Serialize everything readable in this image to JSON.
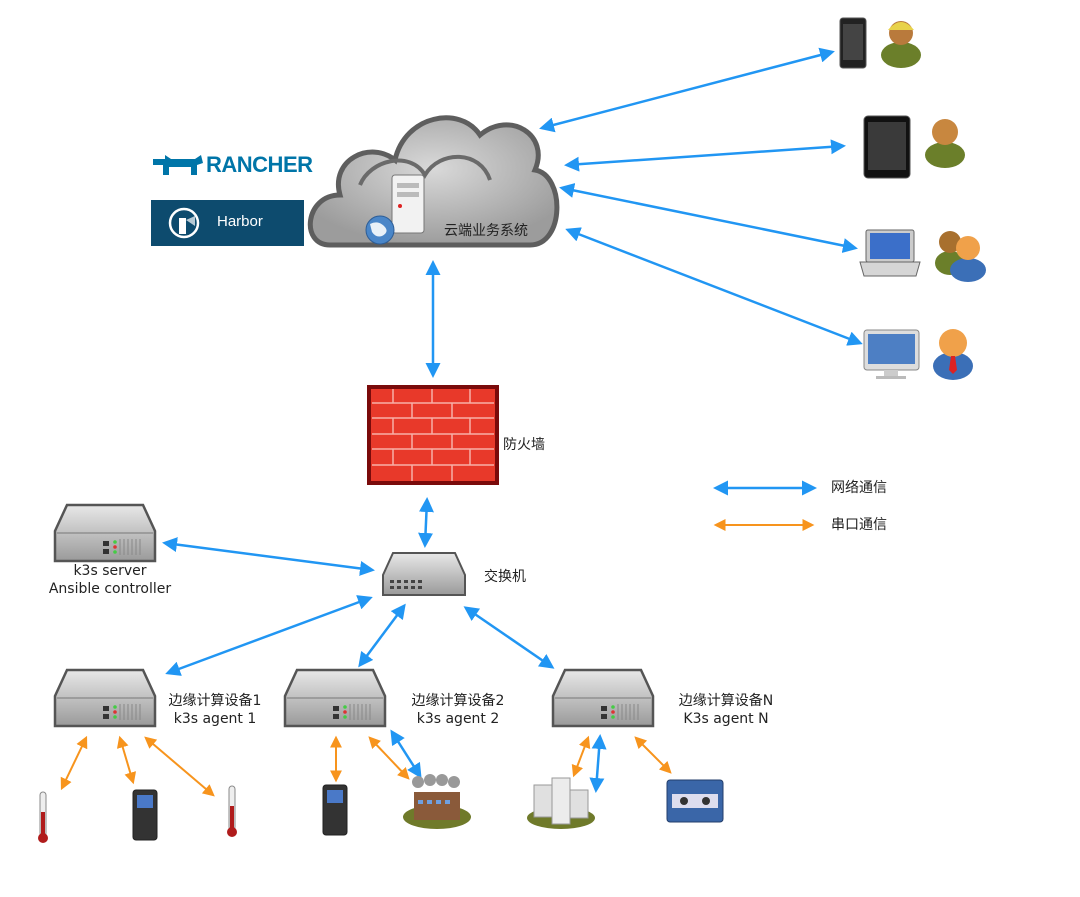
{
  "diagram": {
    "logos": {
      "rancher": "RANCHER",
      "harbor": "Harbor"
    },
    "cloud": {
      "label": "云端业务系统"
    },
    "firewall": {
      "label": "防火墙"
    },
    "switch": {
      "label": "交换机"
    },
    "server": {
      "line1": "k3s  server",
      "line2": "Ansible controller"
    },
    "edges": [
      {
        "line1": "边缘计算设备1",
        "line2": "k3s agent 1"
      },
      {
        "line1": "边缘计算设备2",
        "line2": "k3s agent 2"
      },
      {
        "line1": "边缘计算设备N",
        "line2": "K3s agent N"
      }
    ],
    "clients": [
      {
        "device": "smartphone",
        "user": "worker"
      },
      {
        "device": "tablet",
        "user": "user"
      },
      {
        "device": "laptop",
        "user": "user-group"
      },
      {
        "device": "desktop-monitor",
        "user": "manager"
      }
    ],
    "legend": [
      {
        "label": "网络通信",
        "type": "network",
        "color": "#2196f3"
      },
      {
        "label": "串口通信",
        "type": "serial",
        "color": "#f7941d"
      }
    ],
    "colors": {
      "network": "#2196f3",
      "serial": "#f7941d",
      "firewall": "#e8392a",
      "harbor": "#0d4b6e",
      "rancher": "#0075a8"
    }
  }
}
